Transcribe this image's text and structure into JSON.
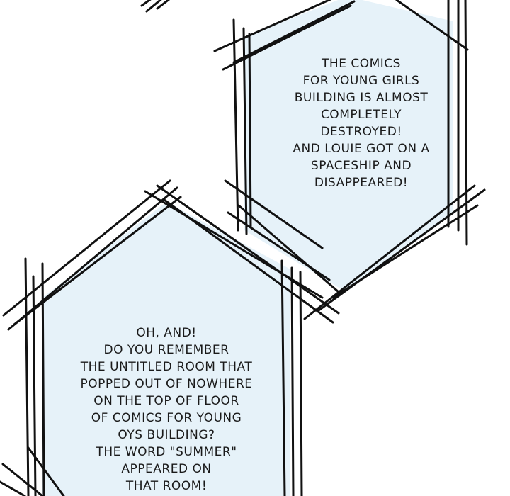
{
  "captions": {
    "top": {
      "lines": [
        "THE COMICS",
        "FOR YOUNG GIRLS",
        "BUILDING IS ALMOST",
        "COMPLETELY",
        "DESTROYED!",
        "AND LOUIE GOT ON A",
        "SPACESHIP AND",
        "DISAPPEARED!"
      ]
    },
    "bottom": {
      "lines": [
        "OH, AND!",
        "DO YOU REMEMBER",
        "THE UNTITLED ROOM THAT",
        "POPPED OUT OF NOWHERE",
        "ON THE TOP OF FLOOR",
        "OF COMICS FOR YOUNG",
        "OYS BUILDING?",
        "THE WORD \"SUMMER\"",
        "APPEARED ON",
        "THAT ROOM!"
      ]
    }
  },
  "colors": {
    "background": "#ffffff",
    "box_fill": "#e6f2f9",
    "ink": "#111111"
  }
}
